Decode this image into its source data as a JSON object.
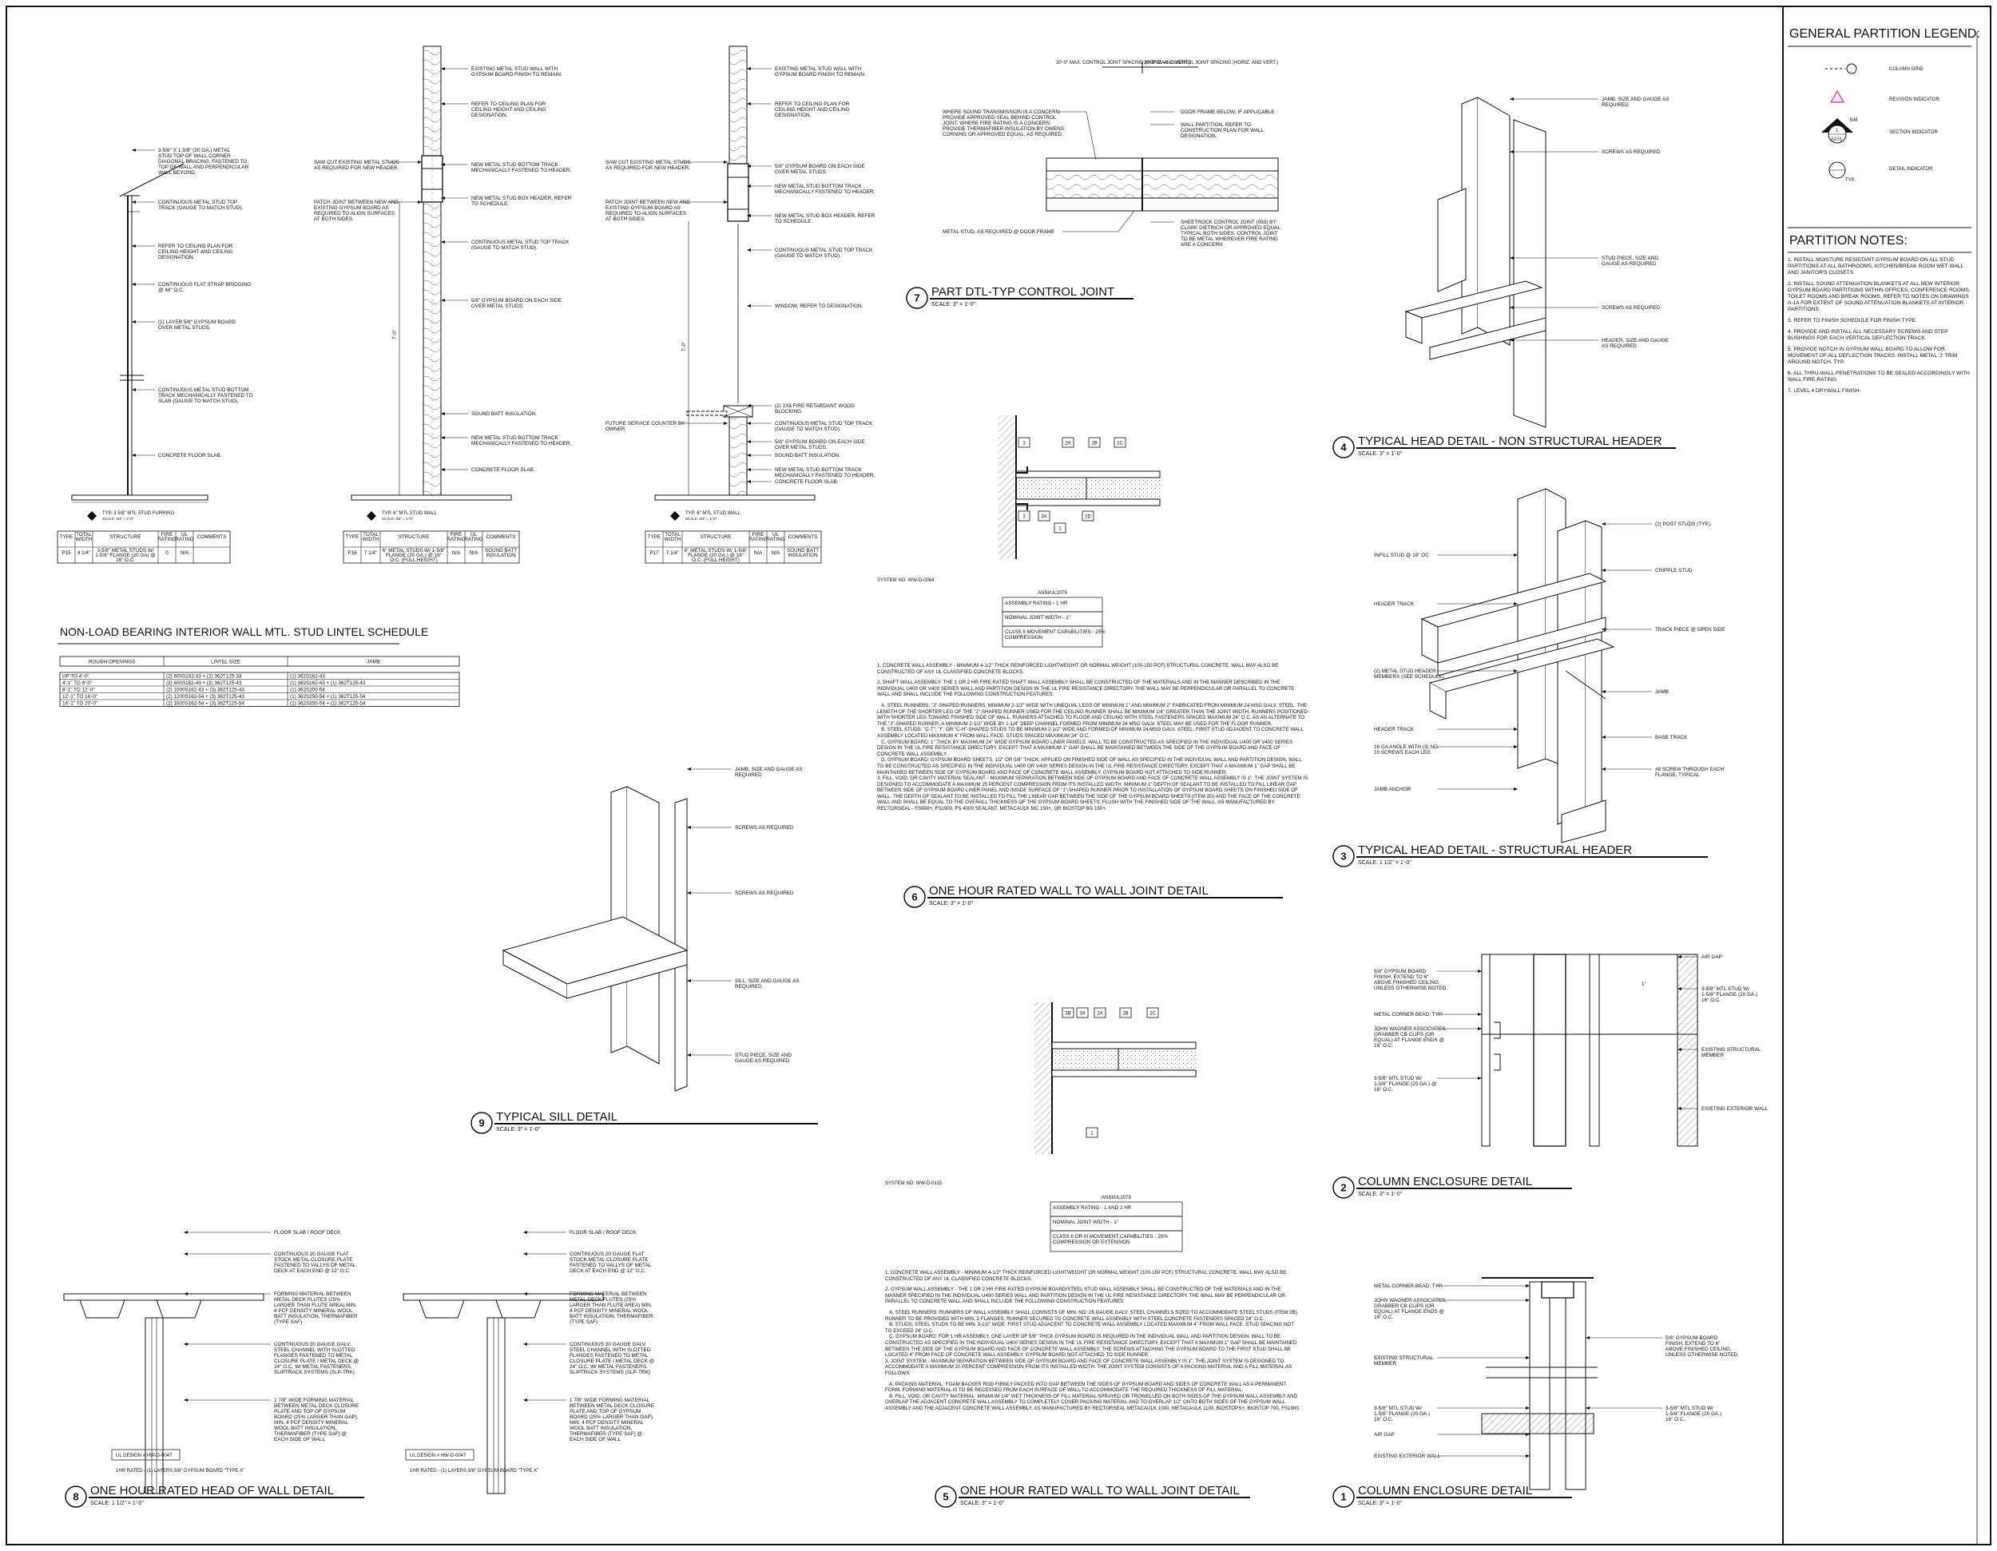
{
  "legend": {
    "title": "GENERAL PARTITION LEGEND:",
    "items": [
      {
        "symbol": "column-grid",
        "label": "COLUMN GRID"
      },
      {
        "symbol": "revision-indicator",
        "label": "REVISION INDICATOR"
      },
      {
        "symbol": "section-indicator",
        "label": "SECTION INDICATOR"
      },
      {
        "symbol": "detail-indicator",
        "label": "DETAIL INDICATOR"
      }
    ],
    "section_marks": {
      "top": "SIM",
      "mid": "1",
      "bottom": "A101"
    },
    "detail_mark": "TYP."
  },
  "partition_notes": {
    "title": "PARTITION NOTES:",
    "items": [
      "1.  INSTALL MOISTURE RESISTANT GYPSUM BOARD ON ALL STUD PARTITIONS AT ALL BATHROOMS, KITCHEN/BREAK ROOM WET WALL AND JANITOR'S CLOSETS.",
      "2.  INSTALL SOUND ATTENUATION BLANKETS AT ALL NEW INTERIOR GYPSUM BOARD PARTITIONS WITHIN OFFICES, CONFERENCE ROOMS, TOILET ROOMS AND BREAK ROOMS. REFER TO NOTES ON DRAWINGS A-1A FOR EXTENT OF SOUND ATTENUATION BLANKETS AT INTERIOR PARTITIONS",
      "3.  REFER TO FINISH SCHEDULE FOR FINISH TYPE.",
      "4.  PROVIDE AND INSTALL ALL NECESSARY SCREWS AND STEP BUSHINGS FOR EACH VERTICAL DEFLECTION TRACK.",
      "5.  PROVIDE NOTCH IN GYPSUM WALL BOARD TO ALLOW FOR MOVEMENT OF ALL DEFLECTION TRACKS. INSTALL METAL 'J' TRIM AROUND NOTCH, TYP.",
      "6.  ALL THRU-WALL PENETRATIONS TO BE SEALED ACCORDINGLY WITH WALL FIRE-RATING.",
      "7.  LEVEL 4 DRYWALL FINISH."
    ]
  },
  "details": {
    "d1": {
      "num": "1",
      "title": "COLUMN ENCLOSURE DETAIL",
      "scale": "SCALE: 3\" = 1'-0\""
    },
    "d2": {
      "num": "2",
      "title": "COLUMN ENCLOSURE DETAIL",
      "scale": "SCALE: 3\" = 1'-0\""
    },
    "d3": {
      "num": "3",
      "title": "TYPICAL HEAD DETAIL - STRUCTURAL HEADER",
      "scale": "SCALE: 1 1/2\" = 1'-0\""
    },
    "d4": {
      "num": "4",
      "title": "TYPICAL HEAD DETAIL - NON STRUCTURAL HEADER",
      "scale": "SCALE: 3\" = 1'-0\""
    },
    "d5": {
      "num": "5",
      "title": "ONE HOUR RATED WALL TO WALL JOINT DETAIL",
      "scale": "SCALE: 3\" = 1'-0\""
    },
    "d6": {
      "num": "6",
      "title": "ONE HOUR RATED WALL TO WALL JOINT DETAIL",
      "scale": "SCALE: 3\" = 1'-0\""
    },
    "d7": {
      "num": "7",
      "title": "PART DTL-TYP CONTROL JOINT",
      "scale": "SCALE: 3\" = 1'-0\""
    },
    "d8": {
      "num": "8",
      "title": "ONE HOUR RATED HEAD OF WALL DETAIL",
      "scale": "SCALE: 1 1/2\" = 1'-0\""
    },
    "d9": {
      "num": "9",
      "title": "TYPICAL SILL DETAIL",
      "scale": "SCALE: 3\" = 1'-0\""
    }
  },
  "wall_types": {
    "w1": {
      "label": "TYP. 3 5/8\" MTL STUD FURRING",
      "tag": "P15",
      "headers": [
        "TYPE",
        "TOTAL WIDTH",
        "STRUCTURE",
        "FIRE RATING",
        "UL RATING",
        "COMMENTS"
      ],
      "row": [
        "P15",
        "4 1/4\"",
        "3-5/8\" METAL STUDS W/ 1-5/8\" FLANGE (20 GA) @ 16\" O.C.",
        "0",
        "N/A",
        ""
      ],
      "notes": [
        "3-5/8\" X 1-5/8\" (20 GA.) METAL STUD TOP OF WALL CORNER DIAGONAL BRACING, FASTENED TO TOP OF WALL AND PERPENDICULAR WALL BEYOND.",
        "CONTINUOUS METAL STUD TOP TRACK (GAUGE TO MATCH STUD).",
        "REFER TO CEILING PLAN FOR CEILING HEIGHT AND CEILING DESIGNATION.",
        "CONTINUOUS FLAT STRAP BRIDGING @ 48\" O.C.",
        "(1) LAYER 5/8\" GYPSUM BOARD OVER METAL STUDS.",
        "CONTINUOUS METAL STUD BOTTOM TRACK MECHANICALLY FASTENED TO SLAB (GAUGE TO MATCH STUD).",
        "CONCRETE FLOOR SLAB."
      ]
    },
    "w2": {
      "label": "TYP. 6\" MTL STUD WALL",
      "tag": "P16",
      "headers": [
        "TYPE",
        "TOTAL WIDTH",
        "STRUCTURE",
        "FIRE RATING",
        "UL RATING",
        "COMMENTS"
      ],
      "row": [
        "P16",
        "7 1/4\"",
        "6\" METAL STUDS W/ 1-5/8\" FLANGE (20 GA.) @ 16\" O.C. (FULL HEIGHT)",
        "N/A",
        "N/A",
        "SOUND BATT INSULATION"
      ],
      "notes_left": [
        "SAW CUT EXISTING METAL STUDS AS REQUIRED FOR NEW HEADER.",
        "PATCH JOINT BETWEEN NEW AND EXISTING GYPSUM BOARD AS REQUIRED TO ALIGN SURFACES AT BOTH SIDES."
      ],
      "notes": [
        "EXISTING METAL STUD WALL WITH GYPSUM BOARD FINISH TO REMAIN.",
        "REFER TO CEILING PLAN FOR CEILING HEIGHT AND CEILING DESIGNATION.",
        "NEW METAL STUD BOTTOM TRACK MECHANICALLY FASTENED TO HEADER.",
        "NEW METAL STUD BOX HEADER, REFER TO SCHEDULE.",
        "CONTINUOUS METAL STUD TOP TRACK (GAUGE TO MATCH STUD).",
        "5/8\" GYPSUM BOARD ON EACH SIDE OVER METAL STUDS.",
        "SOUND BATT INSULATION.",
        "NEW METAL STUD BOTTOM TRACK MECHANICALLY FASTENED TO HEADER.",
        "CONCRETE FLOOR SLAB."
      ]
    },
    "w3": {
      "label": "TYP. 6\" MTL STUD WALL",
      "tag": "P17",
      "headers": [
        "TYPE",
        "TOTAL WIDTH",
        "STRUCTURE",
        "FIRE RATING",
        "UL RATING",
        "COMMENTS"
      ],
      "row": [
        "P17",
        "7 1/4\"",
        "6\" METAL STUDS W/ 1-5/8\" FLANGE (20 GA.) @ 16\" O.C. (FULL HEIGHT)",
        "N/A",
        "N/A",
        "SOUND BATT INSULATION"
      ],
      "notes_left": [
        "SAW CUT EXISTING METAL STUDS AS REQUIRED FOR NEW HEADER.",
        "PATCH JOINT BETWEEN NEW AND EXISTING GYPSUM BOARD AS REQUIRED TO ALIGN SURFACES AT BOTH SIDES.",
        "FUTURE SERVICE COUNTER BY OWNER"
      ],
      "notes": [
        "EXISTING METAL STUD WALL WITH GYPSUM BOARD FINISH TO REMAIN.",
        "REFER TO CEILING PLAN FOR CEILING HEIGHT AND CEILING DESIGNATION.",
        "5/8\" GYPSUM BOARD ON EACH SIDE OVER METAL STUDS.",
        "NEW METAL STUD BOTTOM TRACK MECHANICALLY FASTENED TO HEADER.",
        "NEW METAL STUD BOX HEADER, REFER TO SCHEDULE.",
        "CONTINUOUS METAL STUD TOP TRACK (GAUGE TO MATCH STUD).",
        "WINDOW, REFER TO DESIGNATION.",
        "(2) 2X6 FIRE RETARDANT WOOD BLOCKING.",
        "CONTINUOUS METAL STUD TOP TRACK (GAUGE TO MATCH STUD).",
        "5/8\" GYPSUM BOARD ON EACH SIDE OVER METAL STUDS.",
        "SOUND BATT INSULATION.",
        "NEW METAL STUD BOTTOM TRACK MECHANICALLY FASTENED TO HEADER.",
        "CONCRETE FLOOR SLAB."
      ]
    }
  },
  "lintel": {
    "title": "NON-LOAD BEARING INTERIOR WALL MTL. STUD LINTEL SCHEDULE",
    "headers": [
      "ROUGH OPENINGS",
      "LINTEL SIZE",
      "JAMB"
    ],
    "rows": [
      [
        "UP TO 4'-0\"",
        "(2) 600S162-33 + (2) 362T125-33",
        "(1) 362S162-43"
      ],
      [
        "4'-1\" TO 8'-0\"",
        "(2) 600S162-43 + (2) 362T125-43",
        "(1) 362S162-43 + (1) 362T125-43"
      ],
      [
        "8'-1\" TO 12'-0\"",
        "(2) 1000S162-43 + (3) 362T125-43",
        "(1) 362S200-54"
      ],
      [
        "12'-1\" TO 16'-0\"",
        "(2) 1200S162-54 + (3) 362T125-43",
        "(1) 362S250-54 + (1) 362T125-54"
      ],
      [
        "16'-1\" TO 20'-0\"",
        "(2) 1600S162-54 + (3) 362T125-54",
        "(1) 362S350-54 + (1) 362T125-54"
      ]
    ]
  },
  "control_joint": {
    "dims": [
      "30'-0\" MAX. CONTROL JOINT SPACING (HORIZ. AND VERT.)",
      "30'-0\" MAX. CONTROL JOINT SPACING (HORIZ. AND VERT.)"
    ],
    "notes_left": [
      "WHERE SOUND TRANSMISSION IS A CONCERN PROVIDE APPROVED SEAL BEHIND CONTROL JOINT. WHERE FIRE RATING IS A CONCERN PROVIDE THERMAFIBER INSULATION BY OWENS CORNING OR APPROVED EQUAL, AS REQUIRED.",
      "METAL STUD, AS REQUIRED @ DOOR FRAME"
    ],
    "notes_right": [
      "DOOR FRAME BELOW, IF APPLICABLE",
      "WALL PARTITION. REFER TO CONSTRUCTION PLAN FOR WALL DESIGNATION.",
      "SHEETROCK CONTROL JOINT (093) BY CLARK DIETRICH OR APPROVED EQUAL TYPICAL BOTH SIDES. CONTROL JOINT TO BE METAL WHEREVER FIRE RATING ARE A CONCERN"
    ]
  },
  "joint6": {
    "system_no": "SYSTEM NO. WW-D-0064",
    "tags": [
      "3",
      "2A",
      "2B",
      "2C",
      "3",
      "3A",
      "2D",
      "1"
    ],
    "ansi": {
      "title": "ANSI/UL2079",
      "rows": [
        "ASSEMBLY RATING - 1 HR",
        "NOMINAL JOINT WIDTH - 1\"",
        "CLASS II MOVEMENT CAPABILITIES - 25% COMPRESSION"
      ]
    },
    "notes": [
      "1. CONCRETE WALL ASSEMBLY - MINIMUM 4-1/2\" THICK REINFORCED LIGHTWEIGHT OR NORMAL WEIGHT (100-150 PCF) STRUCTURAL CONCRETE. WALL MAY ALSO BE CONSTRUCTED OF ANY UL CLASSIFIED CONCRETE BLOCKS.",
      "2. SHAFT WALL ASSEMBLY- THE 1 OR 2 HR FIRE RATED SHAFT WALL ASSEMBLY SHALL BE CONSTRUCTED OF THE MATERIALS AND IN THE MANNER DESCRIBED IN THE INDIVIDUAL U400 OR V400 SERIES WALL AND PARTITION DESIGN IN THE UL FIRE RESISTANCE DIRECTORY. THE WALL MAY BE PERPENDICULAR OR PARALLEL TO CONCRETE WALL AND SHALL INCLUDE THE FOLLOWING CONSTRUCTION FEATURES:",
      "   A. STEEL RUNNERS: \"J\"-SHAPED RUNNERS, MINIMUM 2-1/2\" WIDE WITH UNEQUAL LEGS OF MINIMUM 1\" AND MINIMUM 2\" FABRICATED FROM MINIMUM 24 MSG GALV. STEEL. THE LENGTH OF THE SHORTER LEG OF THE \"J\"-SHAPED RUNNER USED FOR THE CEILING RUNNER SHALL BE MINIMUM 1/4\" GREATER THAN THE JOINT WIDTH. RUNNERS POSITIONED WITH SHORTER LEG TOWARD FINISHED SIDE OF WALL. RUNNERS ATTACHED TO FLOOR AND CEILING WITH STEEL FASTENERS SPACED MAXIMUM 24\" O.C. AS AN ALTERNATE TO THE \"J\"-SHAPED RUNNER, A MINIMUM 2-1/2\" WIDE BY 1-1/4\" DEEP CHANNEL FORMED FROM MINIMUM 24 MSG GALV. STEEL MAY BE USED FOR THE FLOOR RUNNER.",
      "   B. STEEL STUDS: \"C-T\", \"I\", OR \"C-H\"-SHAPED STUDS TO BE MINIMUM 2-1/2\" WIDE AND FORMED OF MINIMUM 24 MSG GALV. STEEL. FIRST STUD ADJACENT TO CONCRETE WALL ASSEMBLY LOCATED MAXIMUM 4\" FROM WALL FACE. STUDS SPACED MAXIMUM 24\" O.C.",
      "   C. GYPSUM BOARD: 1\" THICK BY MAXIMUM 24\" WIDE GYPSUM BOARD LINER PANELS. WALL TO BE CONSTRUCTED AS SPECIFIED IN THE INDIVIDUAL U400 OR V400 SERIES DESIGN IN THE UL FIRE RESISTANCE DIRECTORY, EXCEPT THAT A MAXIMUM 1\" GAP SHALL BE MAINTAINED BETWEEN THE SIDE OF THE GYPSUM BOARD AND FACE OF CONCRETE WALL ASSEMBLY.",
      "   D. GYPSUM BOARD: GYPSUM BOARD SHEETS, 1/2\" OR 5/8\" THICK, APPLIED ON FINISHED SIDE OF WALL AS SPECIFIED IN THE INDIVIDUAL WALL AND PARTITION DESIGN. WALL TO BE CONSTRUCTED AS SPECIFIED IN THE INDIVIDUAL U400 OR V400 SERIES DESIGN IN THE UL FIRE RESISTANCE DIRECTORY, EXCEPT THAT A MAXIMUM 1\" GAP SHALL BE MAINTAINED BETWEEN SIDE OF GYPSUM BOARD AND FACE OF CONCRETE WALL ASSEMBLY. GYPSUM BOARD NOT ATTACHED TO SIDE RUNNER.",
      "3. FILL, VOID, OR CAVITY MATERIAL SEALANT - MAXIMUM SEPARATION BETWEEN SIDE OF GYPSUM BOARD AND FACE OF CONCRETE WALL ASSEMBLY IS 1\". THE JOINT SYSTEM IS DESIGNED TO ACCOMMODATE A MAXIMUM 25 PERCENT COMPRESSION FROM ITS INSTALLED WIDTH. MINIMUM 1\" DEPTH OF SEALANT TO BE INSTALLED TO FILL LINEAR GAP BETWEEN SIDE OF GYPSUM BOARD LINER PANEL AND INSIDE SURFACE OF \"J\"-SHAPED RUNNER PRIOR TO INSTALLATION OF GYPSUM BOARD SHEETS ON FINISHED SIDE OF WALL. THE DEPTH OF SEALANT TO BE INSTALLED TO FILL THE LINEAR GAP BETWEEN THE SIDE OF THE GYPSUM BOARD SHEETS (ITEM 2D) AND THE FACE OF THE CONCRETE WALL AND SHALL BE EQUAL TO THE OVERALL THICKNESS OF THE GYPSUM BOARD SHEETS, FLUSH WITH THE FINISHED SIDE OF THE WALL. AS MANUFACTURED BY RECTORSEAL - FS900+, FS1900, FS 4000 SEALANT, METACAULK MC 150+, OR BIOSTOP BG 150+."
    ]
  },
  "joint5": {
    "system_no": "SYSTEM NO. WW-D-0115",
    "tags": [
      "3B",
      "3A",
      "2A",
      "2B",
      "2C",
      "1"
    ],
    "ansi": {
      "title": "ANSI/UL2079",
      "rows": [
        "ASSEMBLY RATING - 1 AND 2 HR",
        "NOMINAL JOINT WIDTH - 1\"",
        "CLASS II OR III MOVEMENT CAPABILITIES - 20% COMPRESSION OR EXTENSION"
      ]
    },
    "notes": [
      "1. CONCRETE WALL ASSEMBLY - MINIMUM 4-1/2\" THICK REINFORCED LIGHTWEIGHT OR NORMAL WEIGHT (100-150 PCF) STRUCTURAL CONCRETE. WALL MAY ALSO BE CONSTRUCTED OF ANY UL CLASSIFIED CONCRETE BLOCKS.",
      "2. GYPSUM WALL ASSEMBLY - THE 1 OR 2 HR FIRE-RATED GYPSUM BOARD/STEEL STUD WALL ASSEMBLY SHALL BE CONSTRUCTED OF THE MATERIALS AND IN THE MANNER SPECIFIED IN THE INDIVIDUAL U400 SERIES WALL AND PARTITION DESIGN IN THE UL FIRE RESISTANCE DIRECTORY. THE WALL MAY BE PERPENDICULAR OR PARALLEL TO CONCRETE WALL AND SHALL INCLUDE THE FOLLOWING CONSTRUCTION FEATURES:",
      "   A. STEEL RUNNERS: RUNNERS OF WALL ASSEMBLY SHALL CONSISTS OF MIN. NO. 25 GAUGE GALV. STEEL CHANNELS SIZED TO ACCOMMODATE STEEL STUDS (ITEM 2B). RUNNER TO BE PROVIDED WITH MIN. 2 FLANGES. RUNNER SECURED TO CONCRETE WALL ASSEMBLY WITH STEEL CONCRETE FASTENERS SPACED 24\" O.C.",
      "   B. STUDS: STEEL STUDS TO BE MIN. 3-1/2\" WIDE; FIRST STUD ADJACENT TO CONCRETE WALL ASSEMBLY LOCATED MAXIMUM 4\" FROM WALL FACE. STUD SPACING NOT TO EXCEED 24\" O.C.",
      "   C. GYPSUM BOARD: FOR 1 HR ASSEMBLY, ONE LAYER OF 5/8\" THICK GYPSUM BOARD IS REQUIRED IN THE INDIVIDUAL WALL AND PARTITION DESIGN. WALL TO BE CONSTRUCTED AS SPECIFIED IN THE INDIVIDUAL U400 SERIES DESIGN IN THE UL FIRE RESISTANCE DIRECTORY, EXCEPT THAT A MAXIMUM 1\" GAP SHALL BE MAINTAINED BETWEEN THE SIDE OF THE GYPSUM BOARD AND FACE OF CONCRETE WALL ASSEMBLY. THE SCREWS ATTACHING THE GYPSUM BOARD TO THE FIRST STUD SHALL BE LOCATED 4\" FROM FACE OF CONCRETE WALL ASSEMBLY. GYPSUM BOARD NOT ATTACHED TO SIDE RUNNER.",
      "3. JOINT SYSTEM - MAXIMUM SEPARATION BETWEEN SIDE OF GYPSUM BOARD AND FACE OF CONCRETE WALL ASSEMBLY IS 1\". THE JOINT SYSTEM IS DESIGNED TO ACCOMMODATE A MAXIMUM 20 PERCENT COMPRESSION FROM ITS INSTALLED WIDTH. THE JOINT SYSTEM CONSISTS OF A PACKING MATERIAL AND A FILL MATERIAL AS FOLLOWS:",
      "   A. PACKING MATERIAL: FOAM BACKER ROD FIRMLY PACKED INTO GAP BETWEEN THE SIDES OF GYPSUM BOARD AND SIDES OF CONCRETE WALL AS A PERMANENT FORM. FORMING MATERIAL IS TO BE RECESSED FROM EACH SURFACE OF WALL TO ACCOMMODATE THE REQUIRED THICKNESS OF FILL MATERIAL.",
      "   B. FILL, VOID, OR CAVITY MATERIAL: MINIMUM 1/4\" WET THICKNESS OF FILL MATERIAL SPRAYED OR TROWELLED ON BOTH SIDES OF THE GYPSUM WALL ASSEMBLY AND OVERLAP THE ADJACENT CONCRETE WALL ASSEMBLY TO COMPLETELY COVER PACKING MATERIAL AND TO OVERLAP 1/2\" ONTO BOTH SIDES OF THE GYPSUM WALL ASSEMBLY AND THE ADJACENT CONCRETE WALL ASSEMBLY. AS MANUFACTURED BY RECTORSEAL METACAULK 1000, METACAULK 1100, BIOSTOPS+, BIOSTOP 700, FS1900."
    ]
  },
  "head_non_structural": {
    "notes": [
      "JAMB, SIZE AND GAUGE AS REQUIRED",
      "SCREWS AS REQUIRED",
      "STUD PIECE, SIZE AND GAUGE AS REQUIRED",
      "SCREWS AS REQUIRED",
      "HEADER, SIZE AND GAUGE AS REQUIRED"
    ]
  },
  "head_structural": {
    "notes_left": [
      "INFILL STUD @ 16\" OC",
      "HEADER TRACK",
      "(2) METAL STUD HEADER MEMBERS (SEE SCHEDULE)",
      "HEADER TRACK",
      "16 GA ANGLE WITH (3) NO. 10 SCREWS EACH LEG",
      "JAMB ANCHOR"
    ],
    "notes_right": [
      "(2) POST STUDS (TYP.)",
      "CRIPPLE STUD",
      "TRACK PIECE @ OPEN SIDE",
      "JAMB",
      "BASE TRACK",
      "#8 SCREW THROUGH EACH FLANGE, TYPICAL"
    ]
  },
  "sill": {
    "notes": [
      "JAMB, SIZE AND GAUGE AS REQUIRED",
      "SCREWS AS REQUIRED",
      "SCREWS AS REQUIRED",
      "SILL, SIZE AND GAUGE AS REQUIRED",
      "STUD PIECE, SIZE AND GAUGE AS REQUIRED"
    ]
  },
  "col2": {
    "notes_left": [
      "5/8\" GYPSUM BOARD FINISH, EXTEND TO 6\" ABOVE FINISHED CEILING, UNLESS OTHERWISE NOTED.",
      "METAL CORNER BEAD, TYP.",
      "JOHN WAGNER ASSOCIATES, GRABBER CB CLIPS (OR EQUAL) AT FLANGE ENDS @ 16\" O.C.",
      "3-5/8\" MTL STUD W/ 1-5/8\" FLANGE (20 GA.) @ 16\" O.C."
    ],
    "notes_right": [
      "AIR GAP",
      "3-5/8\" MTL STUD W/ 1-5/8\" FLANGE (20 GA.) 16\" O.C.",
      "EXISTING STRUCTURAL MEMBER",
      "EXISTING EXTERIOR WALL"
    ],
    "gap": "1\""
  },
  "col1": {
    "notes_left": [
      "METAL CORNER BEAD, TYP.",
      "JOHN WAGNER ASSOCIATES, GRABBER CB CLIPS (OR EQUAL) AT FLANGE ENDS @ 16\" O.C.",
      "EXISTING STRUCTURAL MEMBER",
      "3-5/8\" MTL STUD W/ 1-5/8\" FLANGE (20 GA.) 16\" O.C.",
      "AIR GAP",
      "EXISTING EXTERIOR WALL"
    ],
    "notes_right": [
      "5/8\" GYPSUM BOARD FINISH, EXTEND TO 6\" ABOVE FINISHED CEILING, UNLESS OTHERWISE NOTED.",
      "3-5/8\" MTL STUD W/ 1-5/8\" FLANGE (20 GA.) 16\" O.C."
    ]
  },
  "head_of_wall": {
    "notes": [
      "FLOOR SLAB / ROOF DECK",
      "CONTINUOUS 20 GAUGE FLAT STOCK METAL CLOSURE PLATE FASTENED TO VALLYS OF METAL DECK AT EACH END @ 12\" O.C.",
      "FORMING MATERIAL BETWEEN METAL DECK FLUTES (25% LARGER THAN FLUTE AREA) MIN. 4 PCF DENSITY MINERAL WOOL BATT INSULATION, THERMAFIBER (TYPE SAF)",
      "CONTINUOUS 20 GAUGE GALV. STEEL CHANNEL WITH SLOTTED FLANGES FASTENED TO METAL CLOSURE PLATE / METAL DECK @ 24\" O.C. W/ METAL FASTENERS, SLIPTRACK SYSTEMS (SLP-TRK)",
      "1 7/8\" WIDE FORMING MATERIAL BETWEEN METAL DECK CLOSURE PLATE AND TOP OF GYPSUM BOARD (25% LARGER THAN GAP), MIN. 4 PCF DENSITY MINERAL WOOL BATT INSULATION, THERMAFIBER (TYPE SAF) @ EACH SIDE OF WALL"
    ],
    "ul_a": "UL DESIGN # HW-D-0047",
    "ul_b": "UL DESIGN # HW-D-0047",
    "rating": "1HR RATED - (1) LAYERS 5/8\" GYPSUM BOARD \"TYPE X\""
  }
}
